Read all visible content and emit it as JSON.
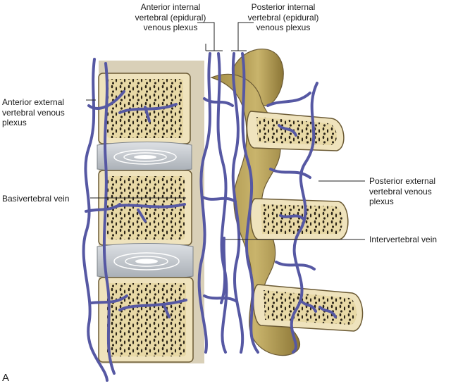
{
  "labels": {
    "anterior_internal": "Anterior internal\nvertebral (epidural)\nvenous plexus",
    "posterior_internal": "Posterior internal\nvertebral (epidural)\nvenous plexus",
    "anterior_external": "Anterior external\nvertebral venous\nplexus",
    "basivertebral": "Basivertebral vein",
    "posterior_external": "Posterior external\nvertebral venous plexus",
    "intervertebral": "Intervertebral vein"
  },
  "panel_letter": "A",
  "colors": {
    "bone": "#efe3bd",
    "bone_edge": "#6b5a34",
    "marrow": "#2b2417",
    "disc": "#b9bec4",
    "vein": "#5658a3",
    "vein_dark": "#353774",
    "posterior_elements": "#bba45a",
    "leader": "#222222"
  }
}
